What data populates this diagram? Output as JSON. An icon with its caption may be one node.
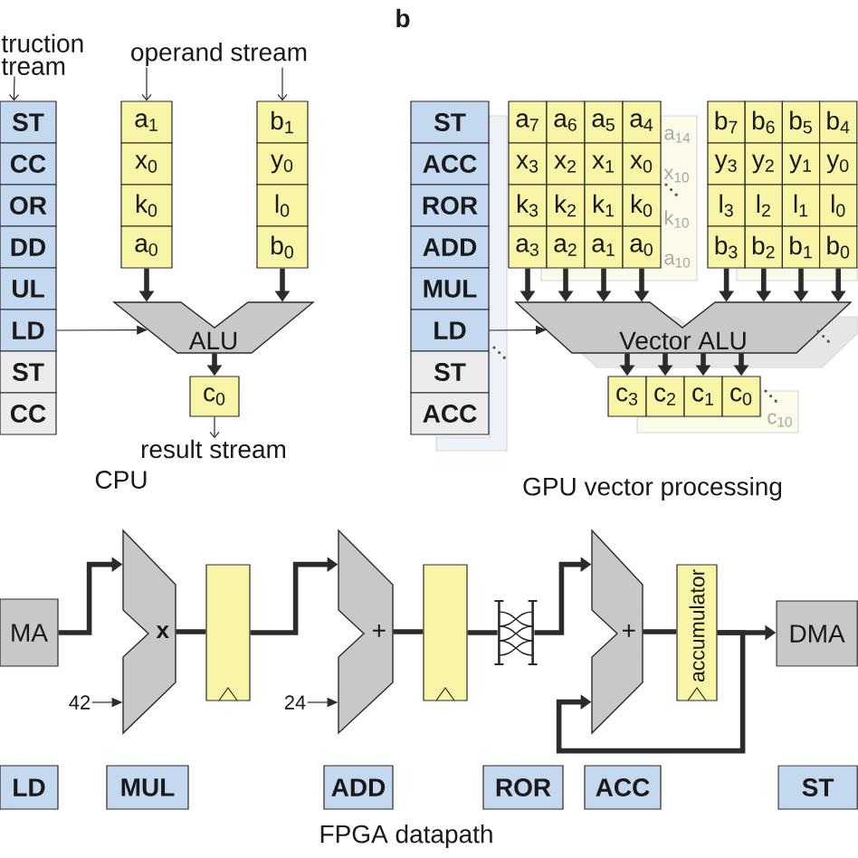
{
  "diagram": {
    "nodes": [
      {
        "text": [
          "truction tream"
        ]
      },
      {
        "text": [
          "ST"
        ]
      },
      {
        "text": [
          "CC"
        ]
      },
      {
        "text": [
          "OR"
        ]
      },
      {
        "text": [
          "DD"
        ]
      },
      {
        "text": [
          "UL"
        ]
      },
      {
        "text": [
          "LD"
        ]
      },
      {
        "text": [
          "ST"
        ]
      },
      {
        "text": [
          "CC"
        ]
      },
      {
        "text": [
          "operand stream"
        ]
      },
      {
        "text": [
          "a$_{1}$"
        ]
      },
      {
        "text": [
          "x$_{0}$"
        ]
      },
      {
        "text": [
          "k$_{0}$"
        ]
      },
      {
        "text": [
          "a$_{0}$"
        ]
      },
      {
        "text": [
          "b$_{1}$"
        ]
      },
      {
        "text": [
          "y$_{0}$"
        ]
      },
      {
        "text": [
          "l$_{0}$"
        ]
      },
      {
        "text": [
          "b$_{0}$"
        ]
      },
      {
        "text": [
          "ALU"
        ]
      },
      {
        "text": [
          "c$_{0}$"
        ]
      },
      {
        "text": [
          "result stream"
        ]
      },
      {
        "text": [
          "ST"
        ]
      },
      {
        "text": [
          "ACC"
        ]
      },
      {
        "text": [
          "ROR"
        ]
      },
      {
        "text": [
          "ADD"
        ]
      },
      {
        "text": [
          "MUL"
        ]
      },
      {
        "text": [
          "LD"
        ]
      },
      {
        "text": [
          "ST"
        ]
      },
      {
        "text": [
          "ACC"
        ]
      },
      {
        "text": [
          "a$_{7}$"
        ]
      },
      {
        "text": [
          "a$_{6}$"
        ]
      },
      {
        "text": [
          "a$_{5}$"
        ]
      },
      {
        "text": [
          "a$_{4}$"
        ]
      },
      {
        "text": [
          "x$_{3}$"
        ]
      },
      {
        "text": [
          "x$_{2}$"
        ]
      },
      {
        "text": [
          "x$_{1}$"
        ]
      },
      {
        "text": [
          "x$_{0}$"
        ]
      },
      {
        "text": [
          "k$_{3}$"
        ]
      },
      {
        "text": [
          "k$_{2}$"
        ]
      },
      {
        "text": [
          "k$_{1}$"
        ]
      },
      {
        "text": [
          "k$_{0}$"
        ]
      },
      {
        "text": [
          "a$_{3}$"
        ]
      },
      {
        "text": [
          "a$_{2}$"
        ]
      },
      {
        "text": [
          "a$_{1}$"
        ]
      },
      {
        "text": [
          "a$_{0}$"
        ]
      },
      {
        "text": [
          "b$_{7}$"
        ]
      },
      {
        "text": [
          "b$_{6}$"
        ]
      },
      {
        "text": [
          "b$_{5}$"
        ]
      },
      {
        "text": [
          "b$_{4}$"
        ]
      },
      {
        "text": [
          "y$_{3}$"
        ]
      },
      {
        "text": [
          "y$_{2}$"
        ]
      },
      {
        "text": [
          "y$_{1}$"
        ]
      },
      {
        "text": [
          "y$_{0}$"
        ]
      },
      {
        "text": [
          "l$_{3}$"
        ]
      },
      {
        "text": [
          "l$_{2}$"
        ]
      },
      {
        "text": [
          "l$_{1}$"
        ]
      },
      {
        "text": [
          "l$_{0}$"
        ]
      },
      {
        "text": [
          "b$_{3}$"
        ]
      },
      {
        "text": [
          "b$_{2}$"
        ]
      },
      {
        "text": [
          "b$_{1}$"
        ]
      },
      {
        "text": [
          "b$_{0}$"
        ]
      },
      {
        "text": [
          "Vector ALU"
        ]
      },
      {
        "text": [
          "c$_{3}$"
        ]
      },
      {
        "text": [
          "c$_{2}$"
        ]
      },
      {
        "text": [
          "c$_{1}$"
        ]
      },
      {
        "text": [
          "c$_{0}$"
        ]
      },
      {
        "text": [
          "MA"
        ]
      },
      {
        "text": [
          "x"
        ]
      },
      {
        "text": [
          "42"
        ]
      },
      {
        "text": [],
        "shape": "box"
      },
      {
        "text": [
          "+"
        ]
      },
      {
        "text": [
          "24"
        ]
      },
      {
        "text": [],
        "shape": "box"
      },
      {
        "text": [],
        "shape": "picture"
      },
      {
        "text": [
          "+"
        ]
      },
      {
        "text": [
          "accumulator"
        ]
      },
      {
        "text": [
          "DMA"
        ]
      },
      {
        "text": [
          "LD"
        ]
      },
      {
        "text": [
          "MUL"
        ]
      },
      {
        "text": [
          "ADD"
        ]
      },
      {
        "text": [
          "ROR"
        ]
      },
      {
        "text": [
          "ACC"
        ]
      },
      {
        "text": [
          "ST"
        ]
      }
    ],
    "edges": [
      {
        "from": 0,
        "to": 1,
        "arrow": "to"
      },
      {
        "from": 9,
        "to": 10,
        "arrow": "to"
      },
      {
        "from": 9,
        "to": 14,
        "arrow": "to"
      },
      {
        "from": 13,
        "to": 18,
        "arrow": "to"
      },
      {
        "from": 17,
        "to": 18,
        "arrow": "to"
      },
      {
        "from": 6,
        "to": 18,
        "arrow": "to"
      },
      {
        "from": 18,
        "to": 19,
        "arrow": "to"
      },
      {
        "from": 19,
        "to": 20,
        "arrow": "to"
      },
      {
        "from": 26,
        "to": 61,
        "arrow": "to"
      },
      {
        "from": 41,
        "to": 61,
        "arrow": "to"
      },
      {
        "from": 42,
        "to": 61,
        "arrow": "to"
      },
      {
        "from": 43,
        "to": 61,
        "arrow": "to"
      },
      {
        "from": 44,
        "to": 61,
        "arrow": "to"
      },
      {
        "from": 57,
        "to": 61,
        "arrow": "to"
      },
      {
        "from": 58,
        "to": 61,
        "arrow": "to"
      },
      {
        "from": 59,
        "to": 61,
        "arrow": "to"
      },
      {
        "from": 60,
        "to": 61,
        "arrow": "to"
      },
      {
        "from": 61,
        "to": 62,
        "arrow": "to"
      },
      {
        "from": 61,
        "to": 63,
        "arrow": "to"
      },
      {
        "from": 61,
        "to": 64,
        "arrow": "to"
      },
      {
        "from": 61,
        "to": 65,
        "arrow": "to"
      },
      {
        "from": 66,
        "to": 67,
        "arrow": "to"
      },
      {
        "from": 68,
        "to": 67,
        "arrow": "to"
      },
      {
        "from": 67,
        "to": 69,
        "arrow": "none"
      },
      {
        "from": 69,
        "to": 70,
        "arrow": "to"
      },
      {
        "from": 71,
        "to": 70,
        "arrow": "to"
      },
      {
        "from": 70,
        "to": 72,
        "arrow": "none"
      },
      {
        "from": 72,
        "to": 73,
        "arrow": "none"
      },
      {
        "from": 73,
        "to": 74,
        "arrow": "to"
      },
      {
        "from": 74,
        "to": 75,
        "arrow": "none"
      },
      {
        "from": 75,
        "to": 76,
        "arrow": "to"
      },
      {
        "from": 75,
        "to": 74,
        "arrow": "to"
      }
    ],
    "labels": [
      "b",
      "a$_{14}$",
      "x$_{10}$",
      "k$_{10}$",
      "a$_{10}$",
      "c$_{10}$",
      "CPU",
      "GPU vector processing",
      "FPGA datapath"
    ]
  }
}
